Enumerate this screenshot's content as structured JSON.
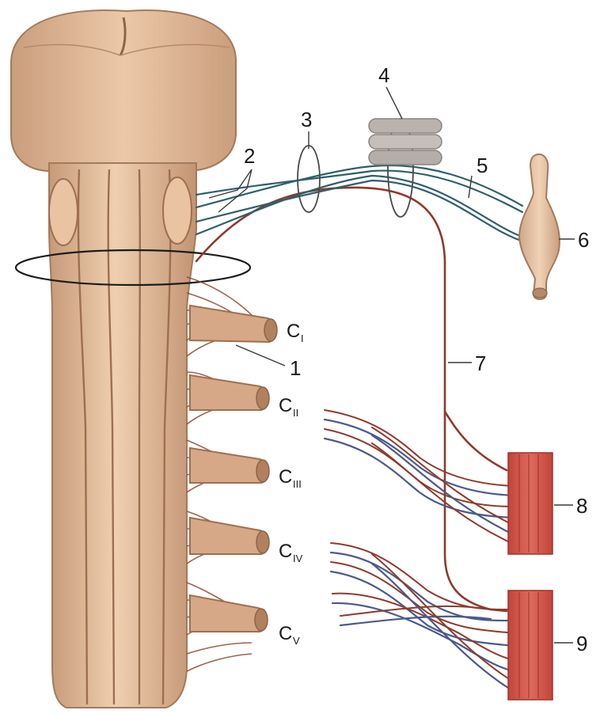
{
  "labels": {
    "n1": "1",
    "n2": "2",
    "n3": "3",
    "n4": "4",
    "n5": "5",
    "n6": "6",
    "n7": "7",
    "n8": "8",
    "n9": "9"
  },
  "roots": [
    {
      "letter": "C",
      "sub": "I"
    },
    {
      "letter": "C",
      "sub": "II"
    },
    {
      "letter": "C",
      "sub": "III"
    },
    {
      "letter": "C",
      "sub": "IV"
    },
    {
      "letter": "C",
      "sub": "V"
    }
  ],
  "colors": {
    "tissue": "#ddb493",
    "tissue_dark": "#b98b6a",
    "nerve_red": "#8e3a2c",
    "nerve_blue": "#4a5a8c",
    "muscle": "#cf4f43"
  }
}
